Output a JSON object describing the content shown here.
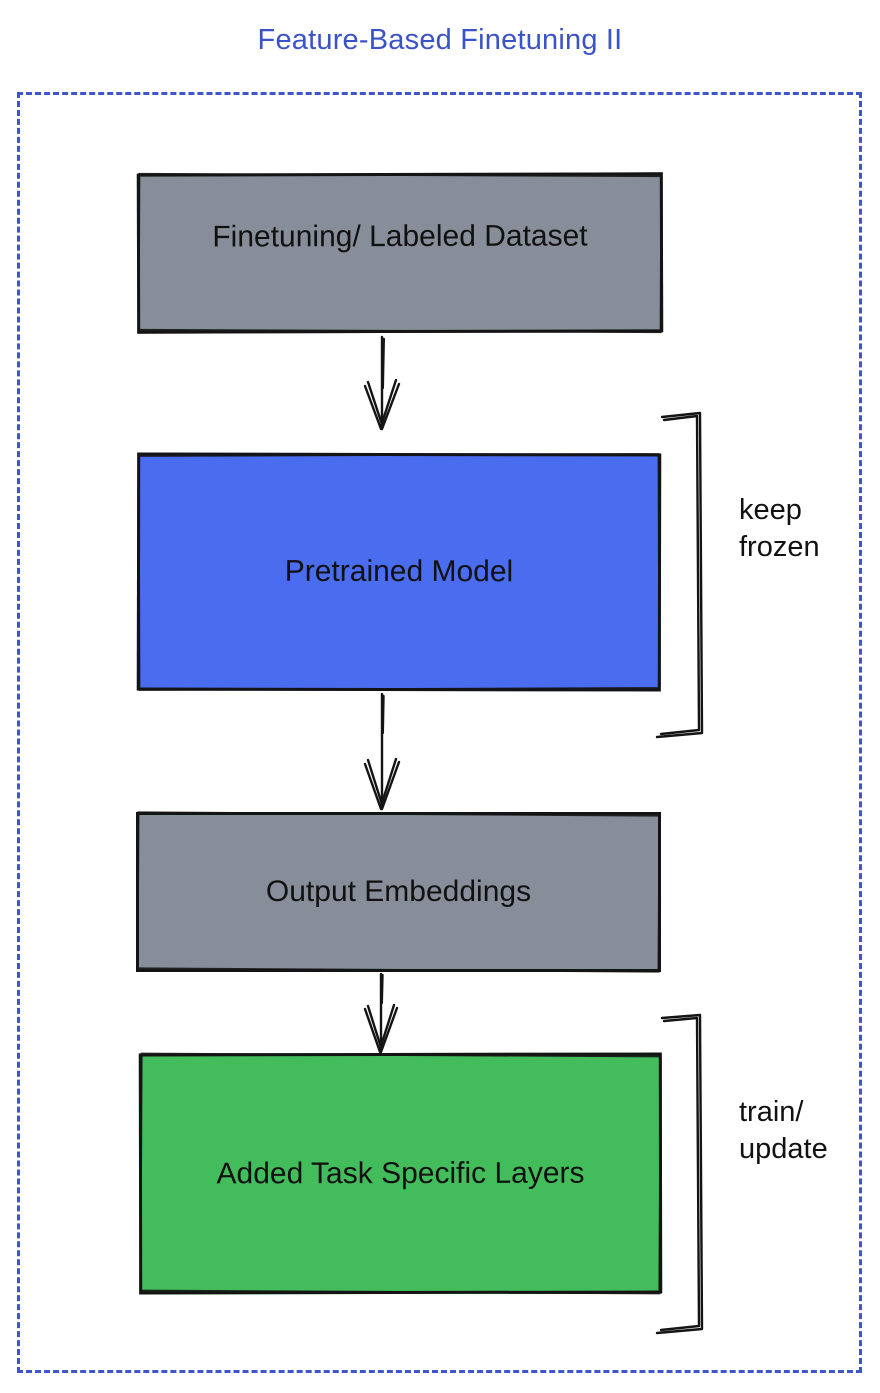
{
  "title": "Feature-Based Finetuning II",
  "colors": {
    "accent": "#3B53C9",
    "frame": "#3D56CC",
    "box_gray": "#878E99",
    "box_blue": "#4A6CEE",
    "box_green": "#43BD5B",
    "ink": "#141414",
    "text": "#111111"
  },
  "boxes": [
    {
      "label": "Finetuning/ Labeled Dataset",
      "color_key": "box_gray"
    },
    {
      "label": "Pretrained Model",
      "color_key": "box_blue"
    },
    {
      "label": "Output Embeddings",
      "color_key": "box_gray"
    },
    {
      "label": "Added Task Specific Layers",
      "color_key": "box_green"
    }
  ],
  "annotations": [
    {
      "lines": [
        "keep",
        "frozen"
      ]
    },
    {
      "lines": [
        "train/",
        "update"
      ]
    }
  ]
}
